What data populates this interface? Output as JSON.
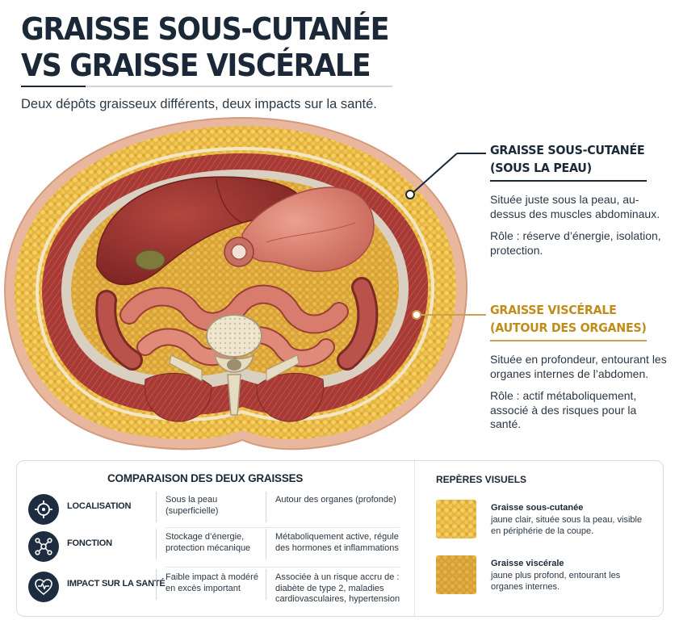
{
  "header": {
    "title_line1": "GRAISSE SOUS-CUTANÉE",
    "title_line2": "VS GRAISSE VISCÉRALE",
    "subtitle": "Deux dépôts graisseux différents, deux impacts sur la santé."
  },
  "callouts": [
    {
      "title_line1": "GRAISSE SOUS-CUTANÉE",
      "title_line2": "(SOUS LA PEAU)",
      "description": "Située juste sous la peau, au-dessus des muscles abdominaux.",
      "role": "Rôle : réserve d’énergie, isolation, protection.",
      "color": "#1b2838"
    },
    {
      "title_line1": "GRAISSE VISCÉRALE",
      "title_line2": "(AUTOUR DES ORGANES)",
      "description": "Située en profondeur, entourant les organes internes de l’abdomen.",
      "role": "Rôle : actif métaboliquement, associé à des risques pour la santé.",
      "color": "#c08d1c"
    }
  ],
  "comparison": {
    "title": "COMPARAISON DES DEUX GRAISSES",
    "rows": [
      {
        "icon": "crosshair-icon",
        "label": "LOCALISATION",
        "subcutaneous": "Sous la peau (superficielle)",
        "visceral": "Autour des organes (profonde)"
      },
      {
        "icon": "network-icon",
        "label": "FONCTION",
        "subcutaneous": "Stockage d’énergie, protection mécanique",
        "visceral": "Métaboliquement active, régule des hormones et inflammations"
      },
      {
        "icon": "heart-pulse-icon",
        "label": "IMPACT SUR LA SANTÉ",
        "subcutaneous": "Faible impact à modéré en excès important",
        "visceral": "Associée à un risque accru de : diabète de type 2, maladies cardiovasculaires, hypertension"
      }
    ]
  },
  "visual_markers": {
    "title": "REPÈRES VISUELS",
    "items": [
      {
        "title": "Graisse sous-cutanée",
        "description": "jaune clair, située sous la peau, visible en périphérie de la coupe.",
        "color": "#e8b848"
      },
      {
        "title": "Graisse viscérale",
        "description": "jaune plus profond, entourant les organes internes.",
        "color": "#c98a2a"
      }
    ]
  },
  "colors": {
    "navy": "#1b2838",
    "gold": "#c08d1c",
    "skin": "#e9b79e",
    "fat": "#e8b848",
    "muscle": "#a63a35",
    "liver": "#8e2f2c",
    "stomach": "#d87b6c",
    "intestine": "#c8605a",
    "bone": "#ede4cf"
  }
}
